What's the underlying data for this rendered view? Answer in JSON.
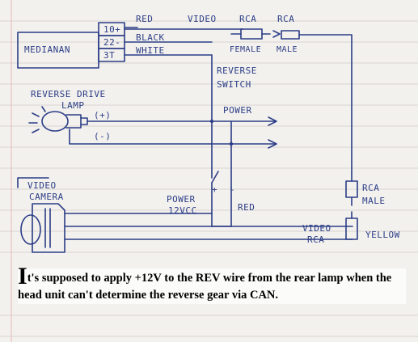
{
  "diagram": {
    "mediananLabel": "MEDIANAN",
    "pins": [
      "10+",
      "22-",
      "3T"
    ],
    "wires": {
      "red": "RED",
      "black": "BLACK",
      "white": "WHITE",
      "video": "VIDEO"
    },
    "rcaTop1": "RCA",
    "rcaTop2": "RCA",
    "female": "FEMALE",
    "male": "MALE",
    "reverseSwitch1": "REVERSE",
    "reverseSwitch2": "SWITCH",
    "reverseDriveLamp1": "REVERSE DRIVE",
    "reverseDriveLamp2": "LAMP",
    "plus": "(+)",
    "minus": "(-)",
    "power": "POWER",
    "videoCamera1": "VIDEO",
    "videoCamera2": "CAMERA",
    "powerSupply1": "POWER",
    "powerSupply2": "12VCC",
    "red2": "RED",
    "switchPlus": "+",
    "switchMinus": "-",
    "rcaRight": "RCA",
    "maleRight": "MALE",
    "videoRca1": "VIDEO",
    "videoRca2": "RCA",
    "yellow": "YELLOW"
  },
  "caption": {
    "dropCap": "I",
    "text": "t's supposed to apply +12V to the REV wire from the rear lamp when the head unit can't determine the reverse gear via CAN."
  }
}
